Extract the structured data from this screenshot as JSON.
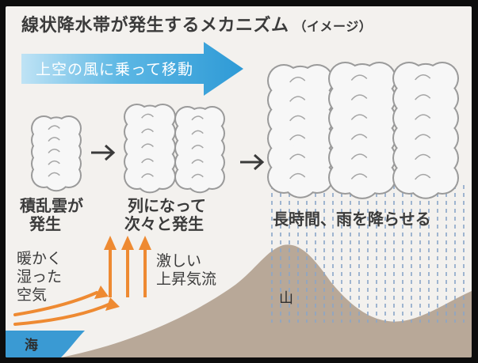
{
  "title": {
    "main": "線状降水帯が発生するメカニズム",
    "sub": "（イメージ）"
  },
  "wind_label": "上空の風に乗って移動",
  "steps": [
    {
      "line1": "積乱雲が",
      "line2": "発生"
    },
    {
      "line1": "列になって",
      "line2": "次々と発生"
    },
    {
      "line1": "長時間、雨を降らせる"
    }
  ],
  "warm_air_label": [
    "暖かく",
    "湿った",
    "空気"
  ],
  "updraft_label": [
    "激しい",
    "上昇気流"
  ],
  "mountain_label": "山",
  "sea_label": "海",
  "colors": {
    "wind_arrow": "#3aa6dc",
    "updraft_arrow": "#ee8a32",
    "mountain": "#b8a898",
    "sea": "#3a9ad3",
    "cloud_fill": "#f7f7f7",
    "cloud_outline": "#9a9a9a",
    "rain": "#8aa6c8"
  }
}
